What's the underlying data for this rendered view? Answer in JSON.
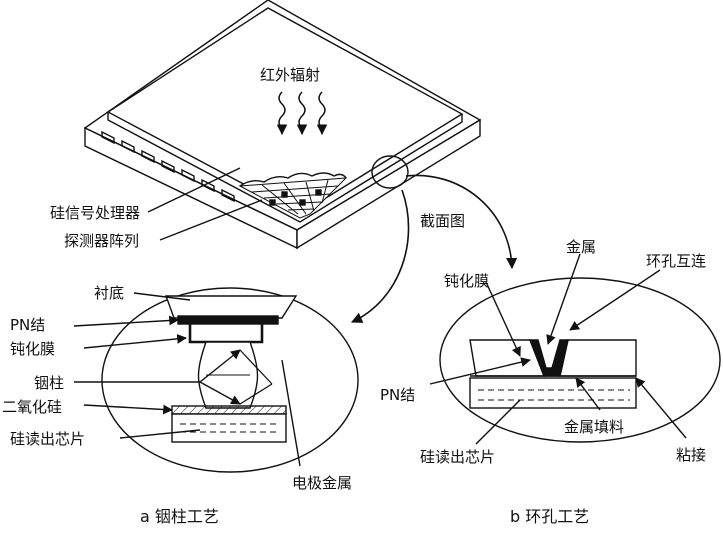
{
  "diagram": {
    "labels": {
      "ir": "红外辐射",
      "si_processor": "硅信号处理器",
      "detector_array": "探测器阵列",
      "cross_section": "截面图",
      "substrate": "衬底",
      "pn_a": "PN结",
      "passivation_a": "钝化膜",
      "indium_column": "铟柱",
      "sio2": "二氧化硅",
      "readout_a": "硅读出芯片",
      "electrode": "电极金属",
      "metal": "金属",
      "loop_interconnect": "环孔互连",
      "passivation_b": "钝化膜",
      "pn_b": "PN结",
      "metal_fill": "金属填料",
      "readout_b": "硅读出芯片",
      "bonding": "粘接"
    },
    "captions": {
      "a": "a  铟柱工艺",
      "b": "b  环孔工艺"
    }
  }
}
